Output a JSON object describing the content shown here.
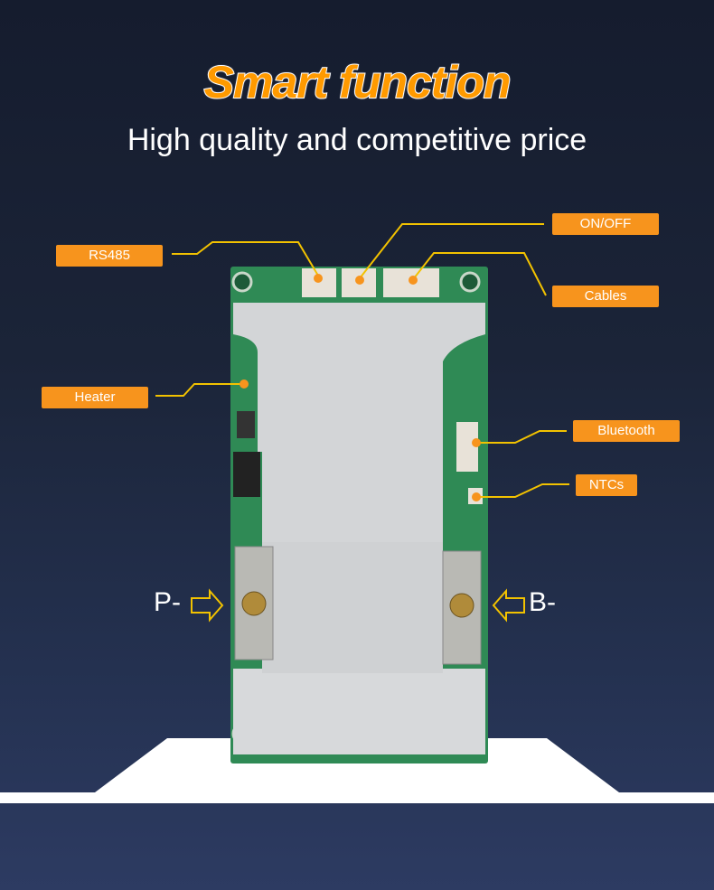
{
  "title": "Smart function",
  "subtitle": "High quality and competitive price",
  "labels": {
    "rs485": "RS485",
    "onoff": "ON/OFF",
    "cables": "Cables",
    "heater": "Heater",
    "bluetooth": "Bluetooth",
    "ntcs": "NTCs"
  },
  "terminals": {
    "p": "P-",
    "b": "B-"
  },
  "colors": {
    "accent": "#f7941d",
    "line": "#f2c200",
    "pcb": "#2e8b57",
    "plate": "#d6d8da"
  }
}
